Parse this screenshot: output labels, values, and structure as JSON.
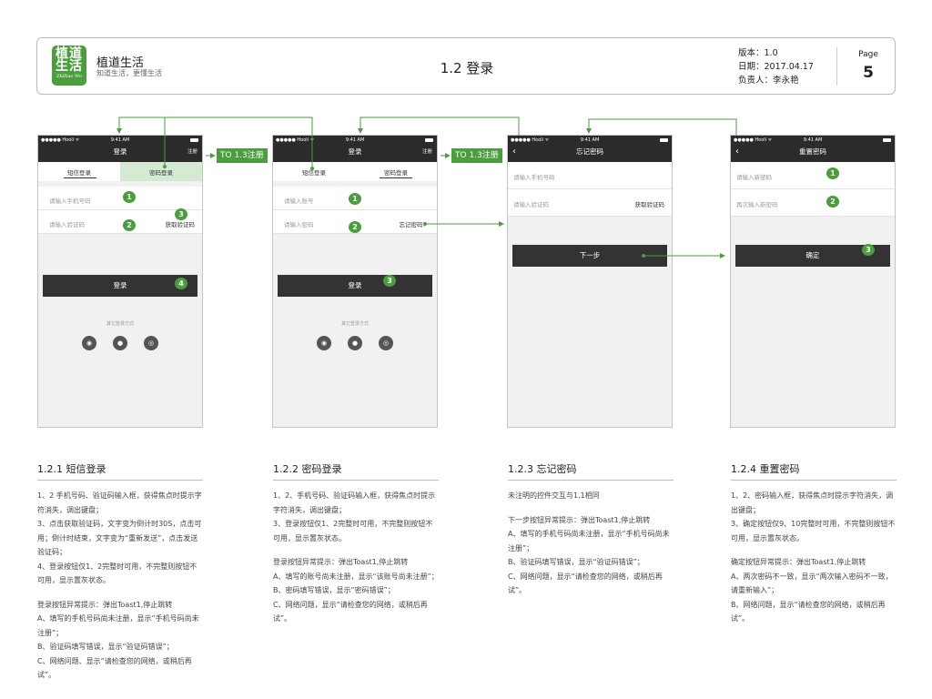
{
  "header": {
    "logo_top": "植道\n生活",
    "logo_bottom": "ZhiDao Wo",
    "app_name": "植道生活",
    "slogan": "知道生活，更懂生活",
    "title": "1.2 登录",
    "version": "版本：1.0",
    "date": "日期：2017.04.17",
    "owner": "负责人：李永艳",
    "page_label": "Page",
    "page_number": "5"
  },
  "status_bar": {
    "carrier": "●●●●● Hooli ᯤ",
    "time": "9:41 AM"
  },
  "to_register": "TO  1.3注册",
  "screens": {
    "s1": {
      "title": "登录",
      "register": "注册",
      "tab1": "短信登录",
      "tab2": "密码登录",
      "phone_ph": "请输入手机号码",
      "code_ph": "请输入验证码",
      "get_code": "获取验证码",
      "login_btn": "登录",
      "other_login": "其它登录方式"
    },
    "s2": {
      "title": "登录",
      "register": "注册",
      "tab1": "短信登录",
      "tab2": "密码登录",
      "account_ph": "请输入账号",
      "password_ph": "请输入密码",
      "forgot": "忘记密码?",
      "login_btn": "登录",
      "other_login": "其它登录方式"
    },
    "s3": {
      "back": "‹",
      "title": "忘记密码",
      "phone_ph": "请输入手机号码",
      "code_ph": "请输入验证码",
      "get_code": "获取验证码",
      "next_btn": "下一步"
    },
    "s4": {
      "back": "‹",
      "title": "重置密码",
      "new_ph": "请输入新密码",
      "confirm_ph": "再次输入新密码",
      "ok_btn": "确定"
    }
  },
  "badges": {
    "b1": "1",
    "b2": "2",
    "b3": "3",
    "b4": "4"
  },
  "social_icons": [
    "wechat-icon",
    "qq-icon",
    "weibo-icon"
  ],
  "sections": [
    {
      "title": "1.2.1 短信登录",
      "lines": [
        "1、2 手机号码、验证码输入框，获得焦点时提示字符消失，调出键盘；",
        "3、点击获取验证码，文字变为倒计时30S，点击可用；倒计时结束，文字变为“重新发送”，点击发送验证码；",
        "4、登录按钮仅1、2完整时可用，不完整则按钮不可用，显示置灰状态。",
        "",
        "登录按钮异常提示：弹出Toast1,停止跳转",
        "A、填写的手机号码尚未注册，显示“手机号码尚未注册”；",
        "B、验证码填写错误，显示“验证码错误”；",
        "C、网络问题、显示“请检查您的网络，或稍后再试”。"
      ]
    },
    {
      "title": "1.2.2 密码登录",
      "lines": [
        "1、2、手机号码、验证码输入框，获得焦点时提示字符消失，调出键盘；",
        "3、登录按钮仅1、2完整时可用，不完整则按钮不可用，显示置灰状态。",
        "",
        "登录按钮异常提示：弹出Toast1,停止跳转",
        "A、填写的账号尚未注册，显示“该账号尚未注册”；",
        "B、密码填写错误，显示“密码错误”；",
        "C、网络问题，显示“请检查您的网络，或稍后再试”。"
      ]
    },
    {
      "title": "1.2.3 忘记密码",
      "lines": [
        "未注明的控件交互与1.1相同",
        "",
        "下一步按钮异常提示：弹出Toast1,停止跳转",
        "A、填写的手机号码尚未注册，显示“手机号码尚未注册”；",
        "B、验证码填写错误，显示“验证码错误”；",
        "C、网络问题，显示“请检查您的网络，或稍后再试”。"
      ]
    },
    {
      "title": "1.2.4 重置密码",
      "lines": [
        "1、2、密码输入框，获得焦点时提示字符消失，调出键盘；",
        "3、确定按钮仅9、10完整时可用，不完整则按钮不可用，显示置灰状态。",
        "",
        "确定按钮异常提示：弹出Toast1,停止跳转",
        "A、两次密码不一致，显示“两次输入密码不一致，请重新输入”；",
        "B、网络问题，显示“请检查您的网络，或稍后再试”。"
      ]
    }
  ],
  "colors": {
    "accent": "#4a9e3c",
    "dark": "#2b2b2b"
  }
}
